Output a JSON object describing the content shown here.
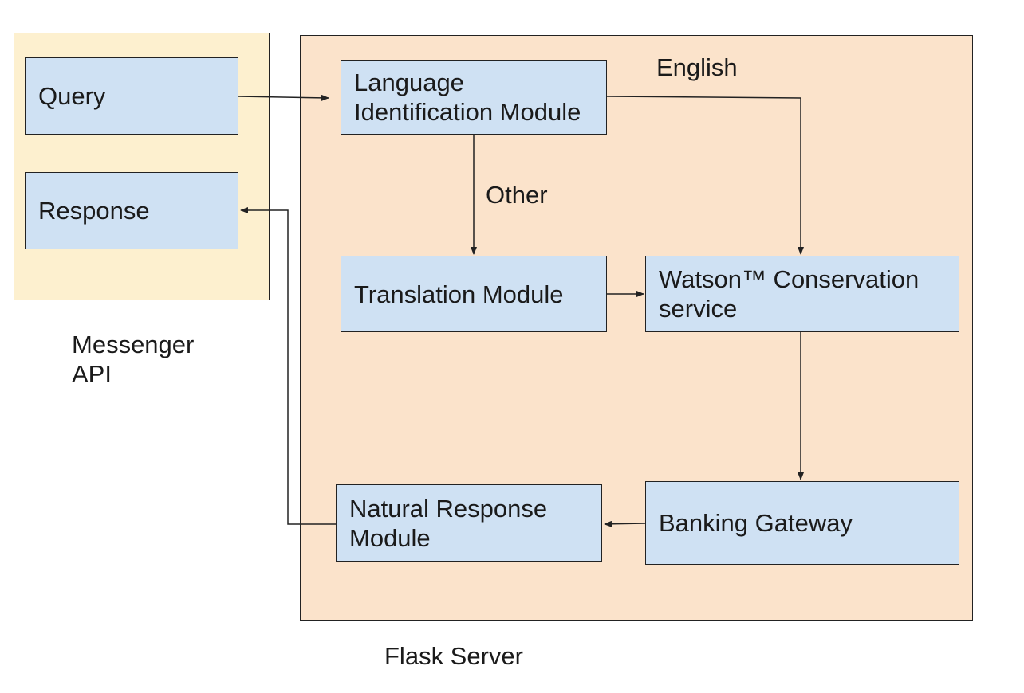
{
  "containers": {
    "messenger_label": "Messenger\nAPI",
    "flask_label": "Flask Server"
  },
  "nodes": {
    "query": "Query",
    "response": "Response",
    "language_identification": "Language\nIdentification Module",
    "translation": "Translation Module",
    "watson": "Watson™ Conservation\nservice",
    "banking_gateway": "Banking Gateway",
    "natural_response": "Natural Response\nModule"
  },
  "edge_labels": {
    "english": "English",
    "other": "Other"
  },
  "edges": [
    {
      "from": "query",
      "to": "language_identification"
    },
    {
      "from": "language_identification",
      "to": "translation",
      "label": "Other"
    },
    {
      "from": "language_identification",
      "to": "watson",
      "label": "English"
    },
    {
      "from": "translation",
      "to": "watson"
    },
    {
      "from": "watson",
      "to": "banking_gateway"
    },
    {
      "from": "banking_gateway",
      "to": "natural_response"
    },
    {
      "from": "natural_response",
      "to": "response"
    }
  ],
  "colors": {
    "messenger_bg": "#fdf0cf",
    "flask_bg": "#fbe3cb",
    "node_bg": "#cfe1f3",
    "stroke": "#222222"
  }
}
